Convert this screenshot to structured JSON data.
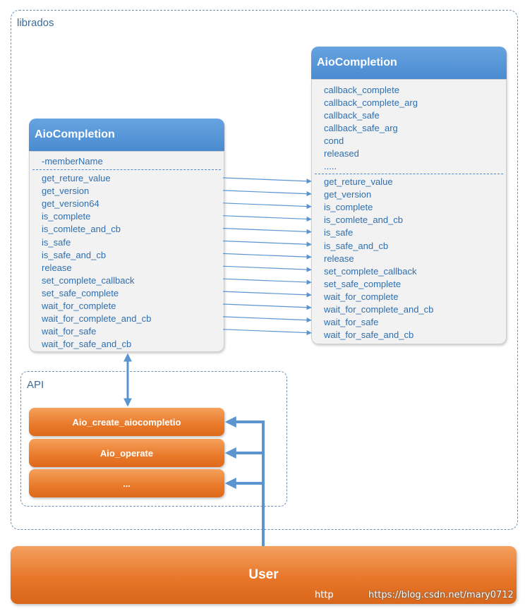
{
  "librados": {
    "label": "librados"
  },
  "api": {
    "label": "API"
  },
  "left_class": {
    "title": "AioCompletion",
    "members": [
      "-memberName"
    ],
    "methods": [
      "get_reture_value",
      "get_version",
      "get_version64",
      "is_complete",
      "is_comlete_and_cb",
      "is_safe",
      "is_safe_and_cb",
      "release",
      "set_complete_callback",
      "set_safe_complete",
      "wait_for_complete",
      "wait_for_complete_and_cb",
      "wait_for_safe",
      "wait_for_safe_and_cb"
    ]
  },
  "right_class": {
    "title": "AioCompletion",
    "members": [
      "callback_complete",
      "callback_complete_arg",
      "callback_safe",
      "callback_safe_arg",
      "cond",
      "released",
      "....."
    ],
    "methods": [
      "get_reture_value",
      "get_version",
      "is_complete",
      "is_comlete_and_cb",
      "is_safe",
      "is_safe_and_cb",
      "release",
      "set_complete_callback",
      "set_safe_complete",
      "wait_for_complete",
      "wait_for_complete_and_cb",
      "wait_for_safe",
      "wait_for_safe_and_cb"
    ]
  },
  "api_buttons": [
    "Aio_create_aiocompletio",
    "Aio_operate",
    "..."
  ],
  "user": {
    "label": "User"
  },
  "watermark": {
    "text": "https://blog.csdn.net/mary0712",
    "faint": "http"
  },
  "colors": {
    "accent": "#4a8bd0",
    "text_blue": "#2f6fae",
    "orange": "#e97a2a"
  }
}
